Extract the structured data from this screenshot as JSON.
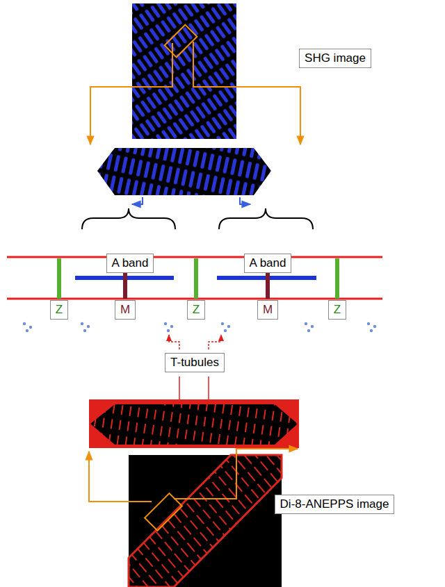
{
  "diagram": {
    "nodes": [
      {
        "text": [
          "SHG image"
        ]
      },
      {
        "text": [
          "A band"
        ]
      },
      {
        "text": [
          "A band"
        ]
      },
      {
        "text": [
          "Z"
        ]
      },
      {
        "text": [
          "M"
        ]
      },
      {
        "text": [
          "Z"
        ]
      },
      {
        "text": [
          "M"
        ]
      },
      {
        "text": [
          "Z"
        ]
      },
      {
        "text": [
          "T-tubules"
        ]
      },
      {
        "text": [
          "Di-8-ANEPPS image"
        ]
      }
    ]
  }
}
